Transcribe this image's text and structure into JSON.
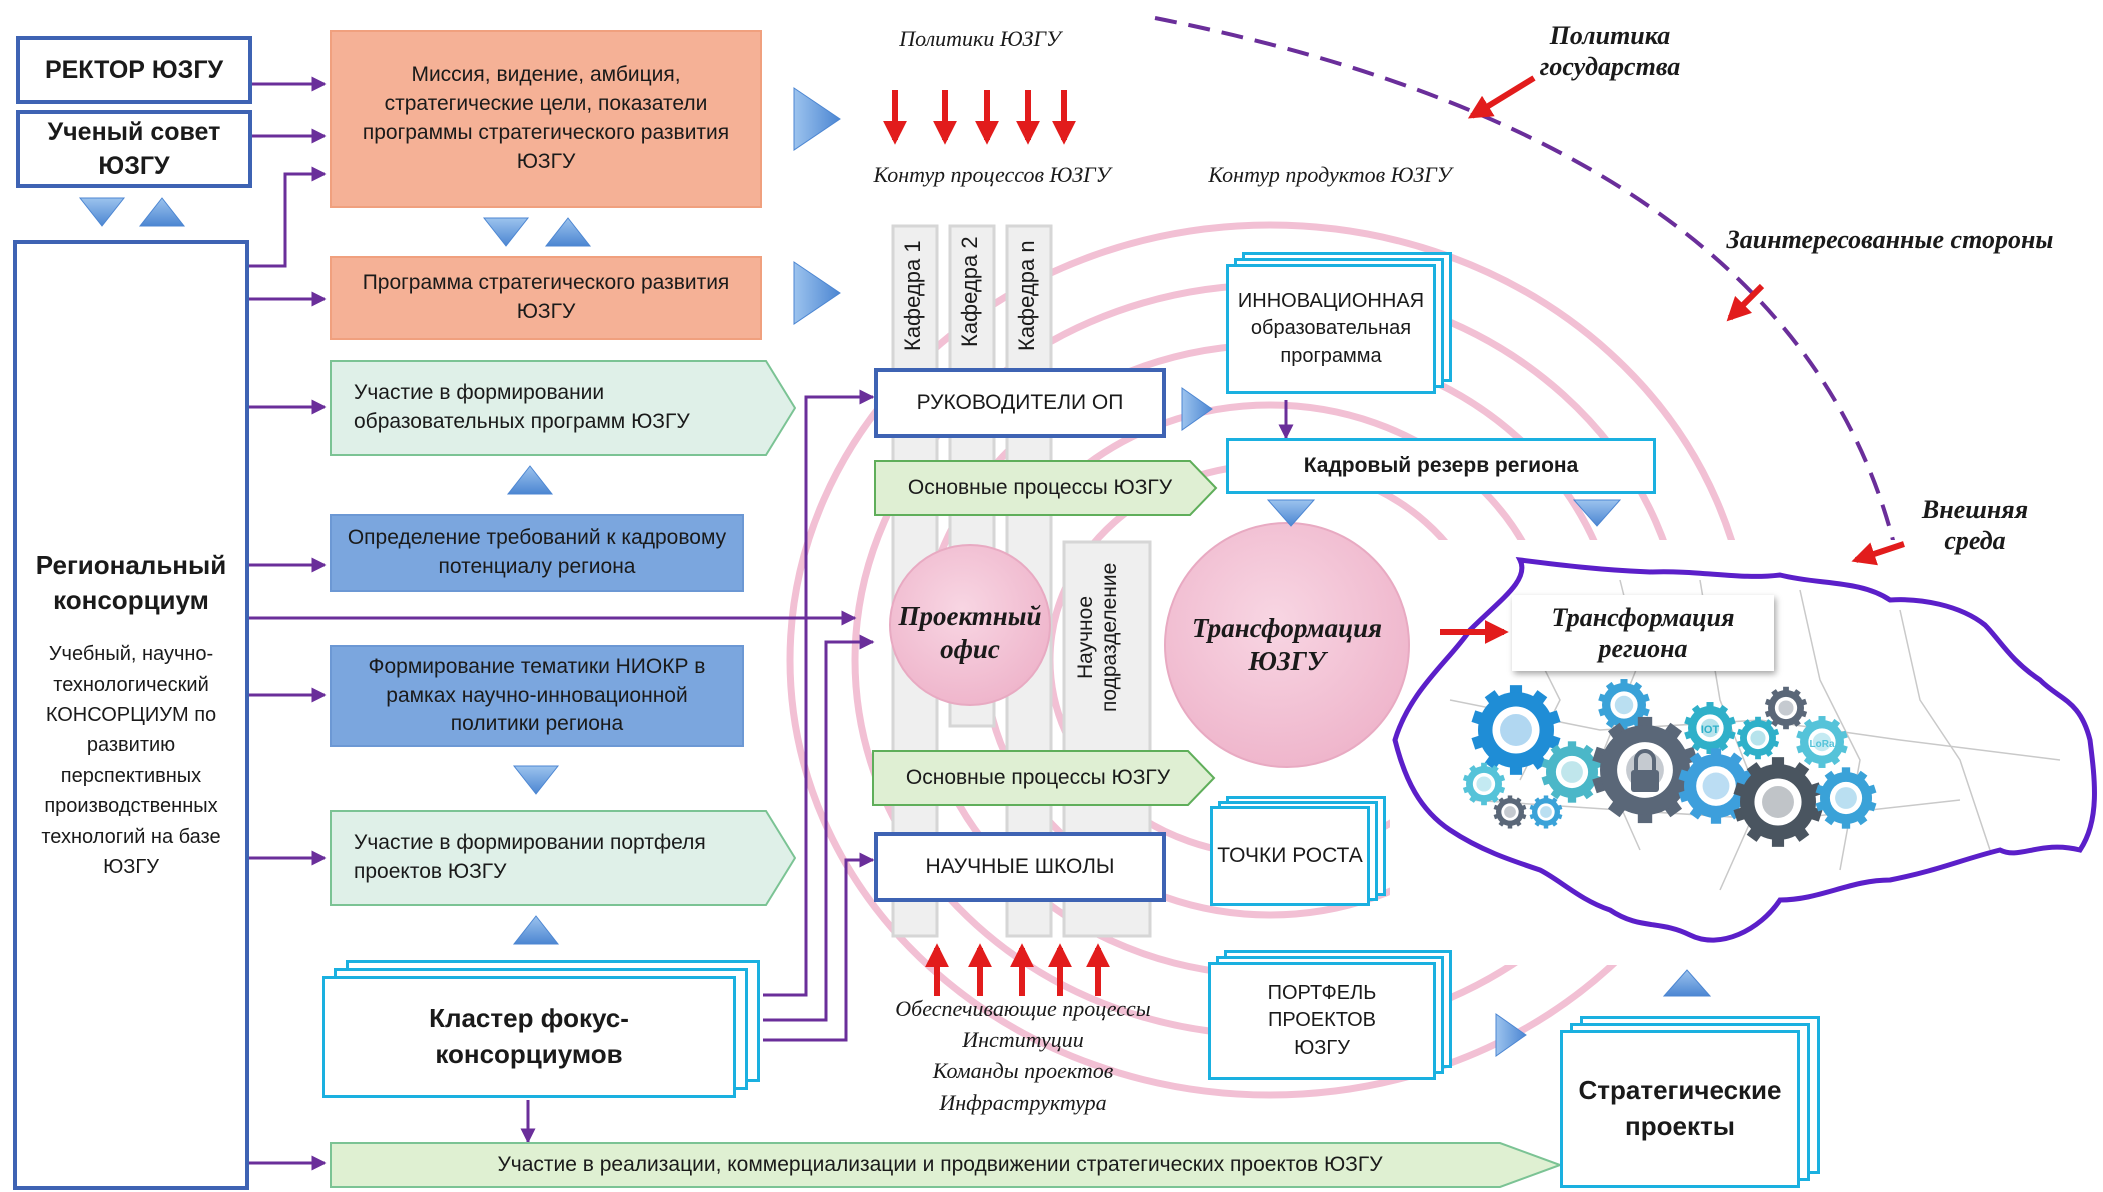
{
  "rector": "РЕКТОР ЮЗГУ",
  "academic_council": "Ученый совет ЮЗГУ",
  "consortium_title": "Региональный консорциум",
  "consortium_text": "Учебный, научно-технологический КОНСОРЦИУМ по развитию перспективных производственных технологий на базе ЮЗГУ",
  "mission": "Миссия, видение, амбиция, стратегические цели, показатели программы стратегического развития ЮЗГУ",
  "strategic_program": "Программа стратегического развития ЮЗГУ",
  "participation_edu": "Участие в формировании образовательных программ ЮЗГУ",
  "requirements": "Определение требований к кадровому потенциалу региона",
  "research_topics": "Формирование тематики НИОКР в рамках научно-инновационной политики региона",
  "participation_portfolio": "Участие в формировании портфеля проектов ЮЗГУ",
  "cluster": "Кластер фокус-консорциумов",
  "participation_impl": "Участие в реализации, коммерциализации и продвижении стратегических проектов ЮЗГУ",
  "policies": "Политики ЮЗГУ",
  "process_contour": "Контур процессов ЮЗГУ",
  "product_contour": "Контур продуктов ЮЗГУ",
  "dept1": "Кафедра 1",
  "dept2": "Кафедра 2",
  "deptn": "Кафедра n",
  "op_heads": "РУКОВОДИТЕЛИ ОП",
  "core_processes_1": "Основные процессы ЮЗГУ",
  "core_processes_2": "Основные процессы ЮЗГУ",
  "project_office": "Проектный офис",
  "science_unit": "Научное подразделение",
  "scientific_schools": "НАУЧНЫЕ ШКОЛЫ",
  "innovative_program": "ИННОВАЦИОННАЯ образовательная программа",
  "talent_pool": "Кадровый резерв региона",
  "transformation_uni": "Трансформация ЮЗГУ",
  "growth_points": "ТОЧКИ РОСТА",
  "project_portfolio": "ПОРТФЕЛЬ ПРОЕКТОВ ЮЗГУ",
  "support_processes": [
    "Обеспечивающие процессы",
    "Институции",
    "Команды проектов",
    "Инфраструктура"
  ],
  "state_policy": "Политика государства",
  "stakeholders": "Заинтересованные стороны",
  "external_env": "Внешняя среда",
  "region_transformation": "Трансформация региона",
  "strategic_projects": "Стратегические проекты",
  "gear_badges": {
    "iot": "IOT",
    "lora": "LoRa"
  },
  "colors": {
    "blue_border": "#3e63b3",
    "cyan_border": "#1ab0e0",
    "orange": "#f5b196",
    "blue_fill": "#7ba6de",
    "green_fill": "#dfefd3",
    "purple": "#6a2e9a",
    "red": "#e21c1c",
    "pink": "#f2c0d4",
    "map_outline": "#5b1fc9"
  }
}
